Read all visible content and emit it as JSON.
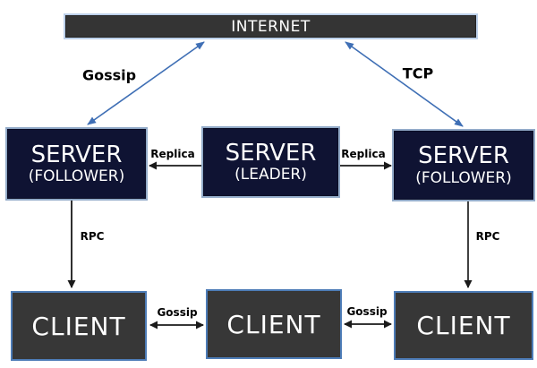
{
  "diagram": {
    "internet": {
      "label": "INTERNET"
    },
    "servers": [
      {
        "title": "SERVER",
        "subtitle": "(FOLLOWER)"
      },
      {
        "title": "SERVER",
        "subtitle": "(LEADER)"
      },
      {
        "title": "SERVER",
        "subtitle": "(FOLLOWER)"
      }
    ],
    "clients": [
      {
        "label": "CLIENT"
      },
      {
        "label": "CLIENT"
      },
      {
        "label": "CLIENT"
      }
    ],
    "edge_labels": {
      "gossip_top": "Gossip",
      "tcp": "TCP",
      "replica_left": "Replica",
      "replica_right": "Replica",
      "rpc_left": "RPC",
      "rpc_right": "RPC",
      "gossip_bottom_left": "Gossip",
      "gossip_bottom_right": "Gossip"
    },
    "colors": {
      "server_fill": "#0f1333",
      "client_fill": "#373737",
      "internet_fill": "#343434",
      "client_border": "#4d7cb7",
      "server_outline": "#93abc9",
      "internet_outline": "#bcd0ea",
      "arrow_blue": "#3f6fb5",
      "arrow_black": "#1a1a1a",
      "text_white": "#ffffff",
      "label_text": "#000000"
    }
  }
}
